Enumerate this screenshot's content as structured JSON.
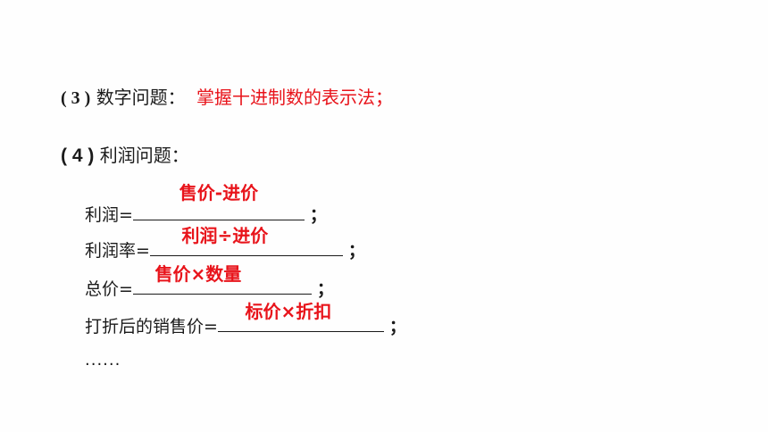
{
  "item3": {
    "number": "( 3 )",
    "label": "数字问题：",
    "content": "掌握十进制数的表示法；"
  },
  "item4": {
    "number": "( 4 )",
    "label": "利润问题："
  },
  "formulas": [
    {
      "label": "利润=",
      "answer": "售价-进价",
      "end": "；"
    },
    {
      "label": "利润率=",
      "answer": "利润÷进价",
      "end": "；"
    },
    {
      "label": "总价=",
      "answer": "售价×数量",
      "end": "；"
    },
    {
      "label": "打折后的销售价=",
      "answer": "标价×折扣",
      "end": "；"
    }
  ],
  "ellipsis": "......"
}
